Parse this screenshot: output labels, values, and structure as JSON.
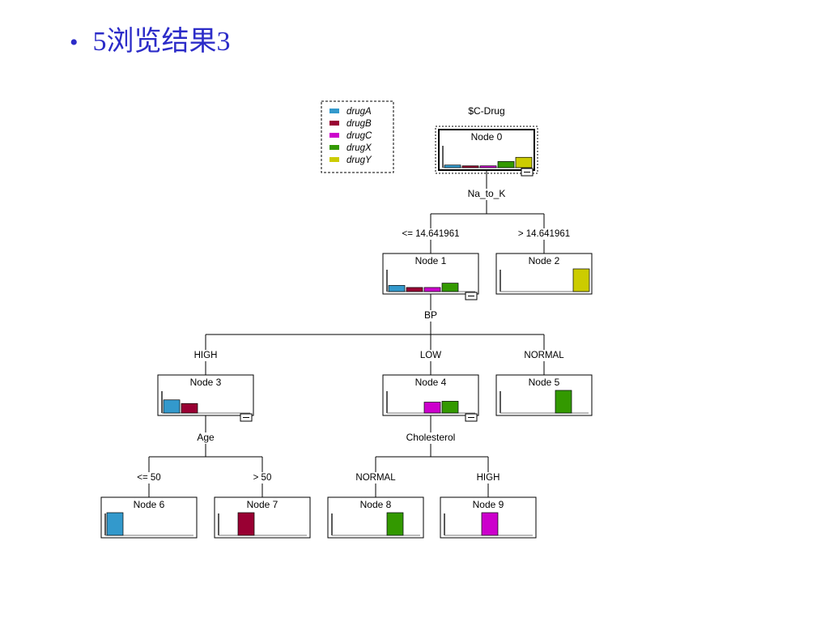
{
  "slide": {
    "bullet": "•",
    "title": "5浏览结果3"
  },
  "tree": {
    "target": "$C-Drug",
    "legend": [
      {
        "name": "drugA",
        "color": "#3399cc"
      },
      {
        "name": "drugB",
        "color": "#990033"
      },
      {
        "name": "drugC",
        "color": "#cc00cc"
      },
      {
        "name": "drugX",
        "color": "#339900"
      },
      {
        "name": "drugY",
        "color": "#cccc00"
      }
    ],
    "nodes": [
      {
        "id": "0",
        "label": "Node 0",
        "distribution": [
          0.115,
          0.08,
          0.08,
          0.27,
          0.455
        ],
        "collapse": "−",
        "selected": true
      },
      {
        "id": "1",
        "label": "Node 1",
        "distribution": [
          0.27,
          0.18,
          0.18,
          0.37,
          0
        ],
        "collapse": "−"
      },
      {
        "id": "2",
        "label": "Node 2",
        "distribution": [
          0,
          0,
          0,
          0,
          1
        ]
      },
      {
        "id": "3",
        "label": "Node 3",
        "distribution": [
          0.58,
          0.42,
          0,
          0,
          0
        ],
        "collapse": "−"
      },
      {
        "id": "4",
        "label": "Node 4",
        "distribution": [
          0,
          0,
          0.48,
          0.52,
          0
        ],
        "collapse": "−"
      },
      {
        "id": "5",
        "label": "Node 5",
        "distribution": [
          0,
          0,
          0,
          1,
          0
        ]
      },
      {
        "id": "6",
        "label": "Node 6",
        "distribution": [
          1,
          0,
          0,
          0,
          0
        ]
      },
      {
        "id": "7",
        "label": "Node 7",
        "distribution": [
          0,
          1,
          0,
          0,
          0
        ]
      },
      {
        "id": "8",
        "label": "Node 8",
        "distribution": [
          0,
          0,
          0,
          1,
          0
        ]
      },
      {
        "id": "9",
        "label": "Node 9",
        "distribution": [
          0,
          0,
          1,
          0,
          0
        ]
      }
    ],
    "splits": [
      {
        "parent": "0",
        "variable": "Na_to_K",
        "branches": [
          {
            "label": "<= 14.641961",
            "child": "1"
          },
          {
            "label": "> 14.641961",
            "child": "2"
          }
        ]
      },
      {
        "parent": "1",
        "variable": "BP",
        "branches": [
          {
            "label": "HIGH",
            "child": "3"
          },
          {
            "label": "LOW",
            "child": "4"
          },
          {
            "label": "NORMAL",
            "child": "5"
          }
        ]
      },
      {
        "parent": "3",
        "variable": "Age",
        "branches": [
          {
            "label": "<= 50",
            "child": "6"
          },
          {
            "label": "> 50",
            "child": "7"
          }
        ]
      },
      {
        "parent": "4",
        "variable": "Cholesterol",
        "branches": [
          {
            "label": "NORMAL",
            "child": "8"
          },
          {
            "label": "HIGH",
            "child": "9"
          }
        ]
      }
    ]
  }
}
